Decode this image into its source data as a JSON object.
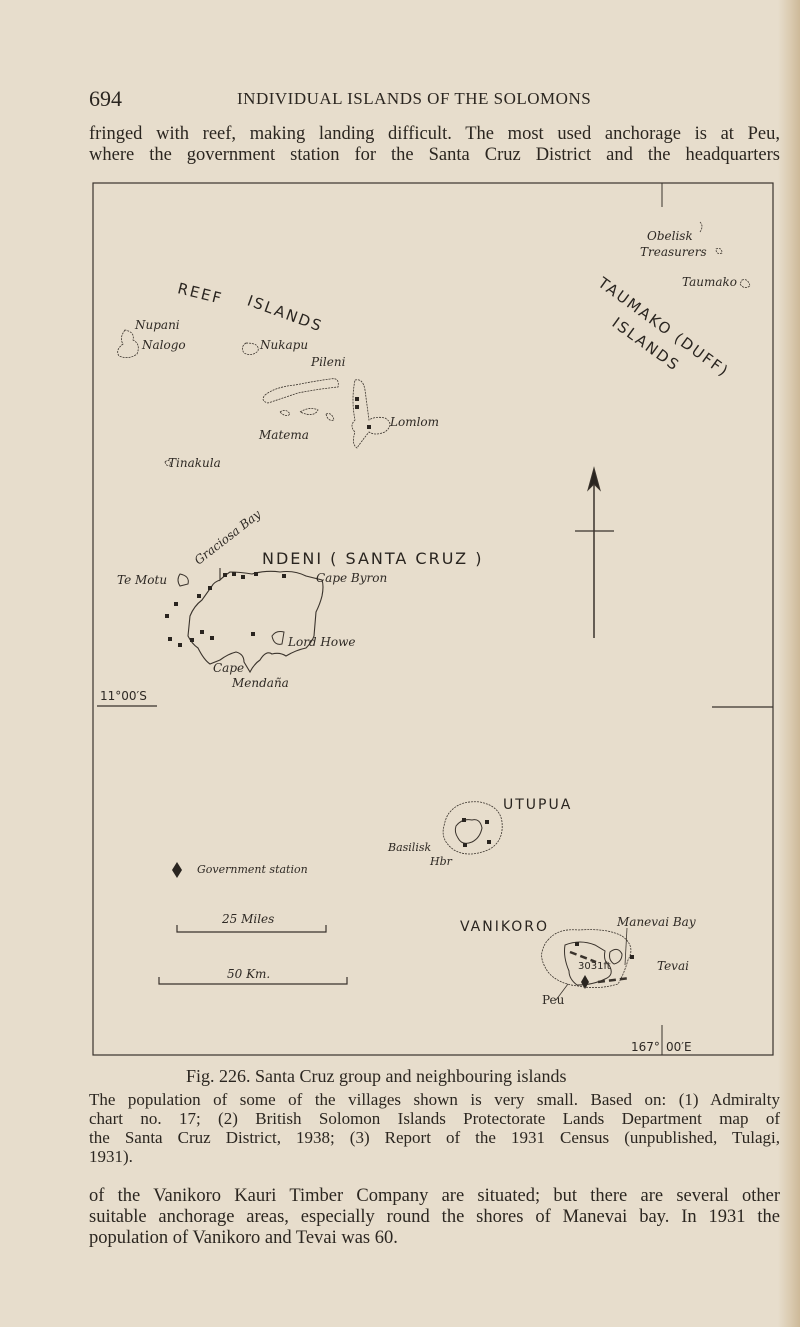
{
  "header": {
    "page_number": "694",
    "running_title": "INDIVIDUAL ISLANDS OF THE SOLOMONS"
  },
  "intro_lines": [
    "fringed with reef, making landing difficult. The most used anchorage is at Peu,",
    "where the government station for the Santa Cruz District and the headquarters"
  ],
  "map": {
    "reef": "REEF",
    "reef_islands": "ISLANDS",
    "taumako_group": "TAUMAKO (DUFF)",
    "taumako_islands": "ISLANDS",
    "obelisk": "Obelisk",
    "treasurers": "Treasurers",
    "taumako": "Taumako",
    "nupani": "Nupani",
    "nalogo": "Nalogo",
    "nukapu": "Nukapu",
    "pileni": "Pileni",
    "lomlom": "Lomlom",
    "matema": "Matema",
    "tinakula": "Tinakula",
    "graciosa_bay": "Graciosa Bay",
    "ndeni": "NDENI ( SANTA CRUZ )",
    "te_motu": "Te Motu",
    "cape_byron": "Cape Byron",
    "lord_howe": "Lord Howe",
    "cape": "Cape",
    "mendana": "Mendaña",
    "latitude": "11°00′S",
    "utupua": "UTUPUA",
    "basilisk": "Basilisk",
    "hbr": "Hbr",
    "legend_station": "Government station",
    "scale_miles": "25 Miles",
    "scale_km": "50 Km.",
    "vanikoro": "VANIKORO",
    "manevai_bay": "Manevai Bay",
    "tevai": "Tevai",
    "height": "3031ft",
    "peu": "Peu",
    "longitude_deg": "167°",
    "longitude_min": "00′E"
  },
  "caption": {
    "title": "Fig. 226.  Santa Cruz group and neighbouring islands",
    "lines": [
      "The population of some of the villages shown is very small. Based on: (1) Admiralty",
      "chart no. 17; (2) British Solomon Islands Protectorate Lands Department map of",
      "the Santa Cruz District, 1938; (3) Report of the 1931 Census (unpublished, Tulagi,",
      "1931)."
    ]
  },
  "body_lines": [
    "of the Vanikoro Kauri Timber Company are situated; but there are several other",
    "suitable anchorage areas, especially round the shores of Manevai bay. In 1931 the",
    "population of Vanikoro and Tevai was 60."
  ]
}
